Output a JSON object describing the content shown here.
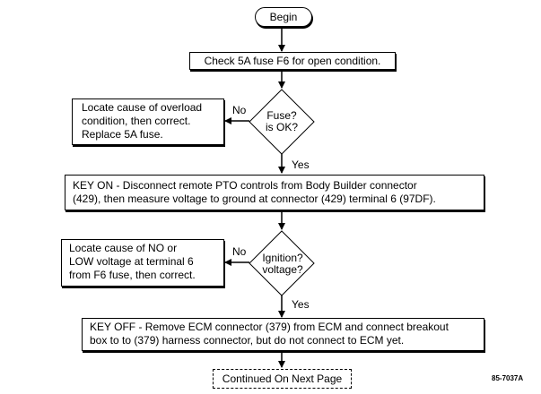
{
  "flowchart": {
    "begin": "Begin",
    "check_fuse": "Check 5A fuse F6 for open condition.",
    "fuse_decision": [
      "Fuse?",
      "is OK?"
    ],
    "fuse_no_label": "No",
    "fuse_yes_label": "Yes",
    "overload_box": [
      "Locate cause of overload",
      "condition, then correct.",
      "Replace 5A fuse."
    ],
    "key_on_box": [
      "KEY ON - Disconnect remote PTO controls from Body Builder connector",
      "(429), then measure voltage to ground at connector (429) terminal 6 (97DF)."
    ],
    "ignition_decision": [
      "Ignition?",
      "voltage?"
    ],
    "ignition_no_label": "No",
    "ignition_yes_label": "Yes",
    "no_low_box": [
      "Locate cause of NO or",
      "LOW voltage at terminal 6",
      "from F6 fuse, then correct."
    ],
    "key_off_box": [
      "KEY OFF - Remove ECM connector (379) from ECM and connect breakout",
      "box to to (379) harness connector, but do not connect to ECM yet."
    ],
    "continued": "Continued On Next Page",
    "figure_code": "85-7037A"
  }
}
